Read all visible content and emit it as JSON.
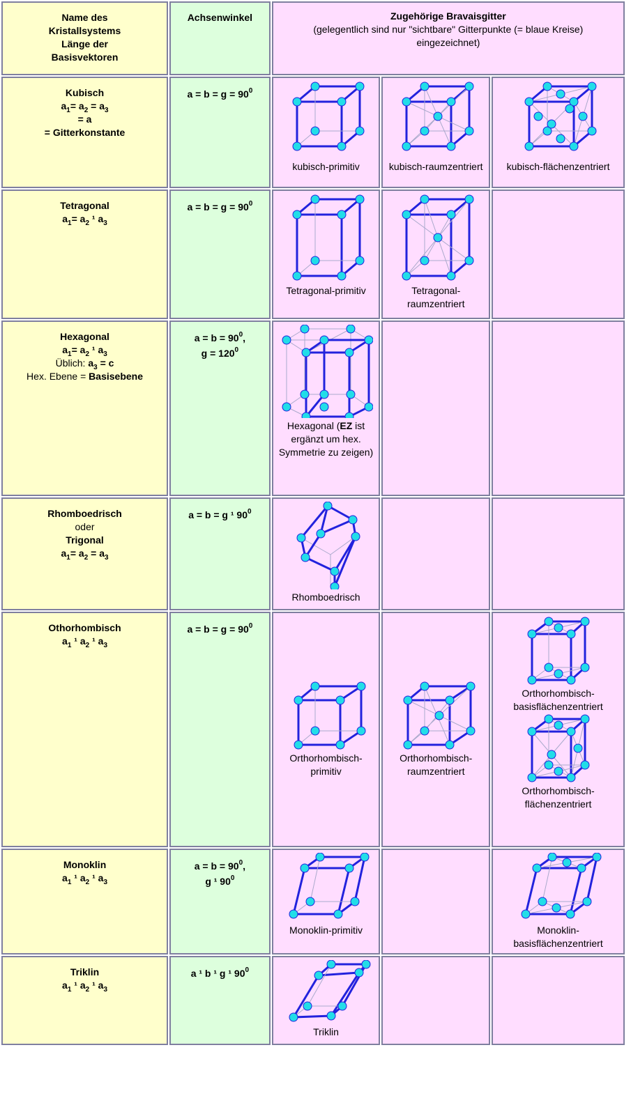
{
  "header": {
    "col1": [
      "Name des",
      "Kristallsystems",
      "Länge der",
      "Basisvektoren"
    ],
    "col2": "Achsenwinkel",
    "col3_title": "Zugehörige Bravaisgitter",
    "col3_note": "(gelegentlich sind nur \"sichtbare\" Gitterpunkte (= blaue Kreise) eingezeichnet)"
  },
  "colors": {
    "name_bg": "#ffffcc",
    "angle_bg": "#ddffdd",
    "lattice_bg": "#ffddff",
    "edge": "#2222dd",
    "point": "#22dde8"
  },
  "rows": {
    "kubisch": {
      "name": "Kubisch",
      "eq": "= a",
      "const": "= Gitterkonstante",
      "angle": "a = b = g = 90",
      "lattices": [
        "kubisch-primitiv",
        "kubisch-raumzentriert",
        "kubisch-flächenzentriert"
      ]
    },
    "tetragonal": {
      "name": "Tetragonal",
      "angle": "a = b = g = 90",
      "lattices": [
        "Tetragonal-primitiv",
        "Tetragonal-raumzentriert"
      ]
    },
    "hexagonal": {
      "name": "Hexagonal",
      "ueblich": "Üblich:",
      "c": "= c",
      "ebene": "Hex. Ebene =",
      "basis": "Basisebene",
      "angle1": "a = b = 90",
      "angle2": "g = 120",
      "cap_pre": "Hexagonal (",
      "cap_ez": "EZ",
      "cap_post": " ist ergänzt um hex. Symmetrie zu zeigen)"
    },
    "rhombo": {
      "name": "Rhomboedrisch",
      "oder": "oder",
      "name2": "Trigonal",
      "angle": "a = b = g ¹ 90",
      "lattices": [
        "Rhomboedrisch"
      ]
    },
    "ortho": {
      "name": "Othorhombisch",
      "angle": "a = b = g = 90",
      "lattices": [
        "Orthorhombisch-primitiv",
        "Orthorhombisch-raumzentriert",
        "Orthorhombisch-basisflächenzentriert",
        "Orthorhombisch-flächenzentriert"
      ]
    },
    "mono": {
      "name": "Monoklin",
      "angle1": "a = b = 90",
      "angle2": "g ¹ 90",
      "lattices": [
        "Monoklin-primitiv",
        "Monoklin-basisflächenzentriert"
      ]
    },
    "tri": {
      "name": "Triklin",
      "angle": "a ¹ b ¹ g ¹ 90",
      "lattices": [
        "Triklin"
      ]
    }
  },
  "sym": {
    "a": "a",
    "eq": "=",
    "neq": "¹",
    "one": "1",
    "two": "2",
    "three": "3",
    "zero": "0",
    "comma": ","
  }
}
